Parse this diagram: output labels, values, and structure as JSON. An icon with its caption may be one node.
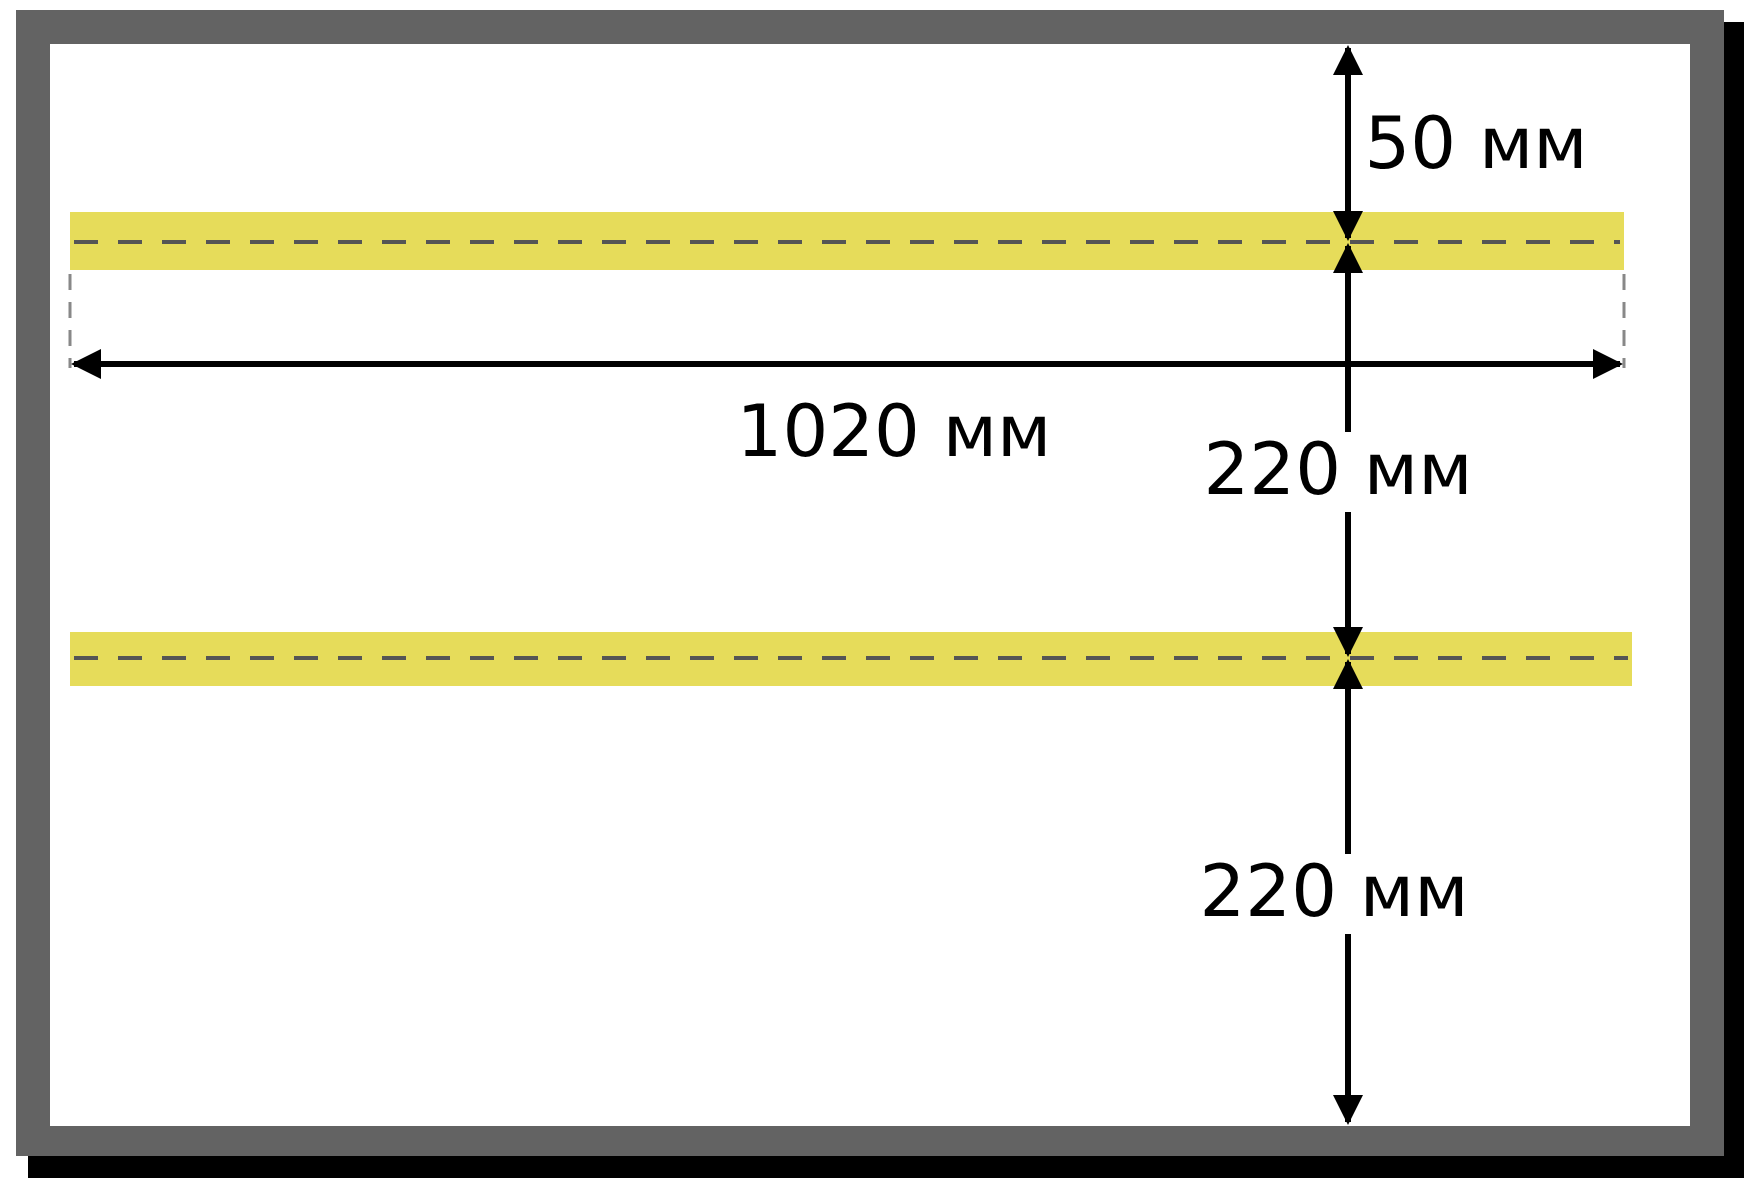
{
  "diagram": {
    "labels": [
      "50 мм",
      "1020 мм",
      "220 мм",
      "220 мм"
    ]
  }
}
